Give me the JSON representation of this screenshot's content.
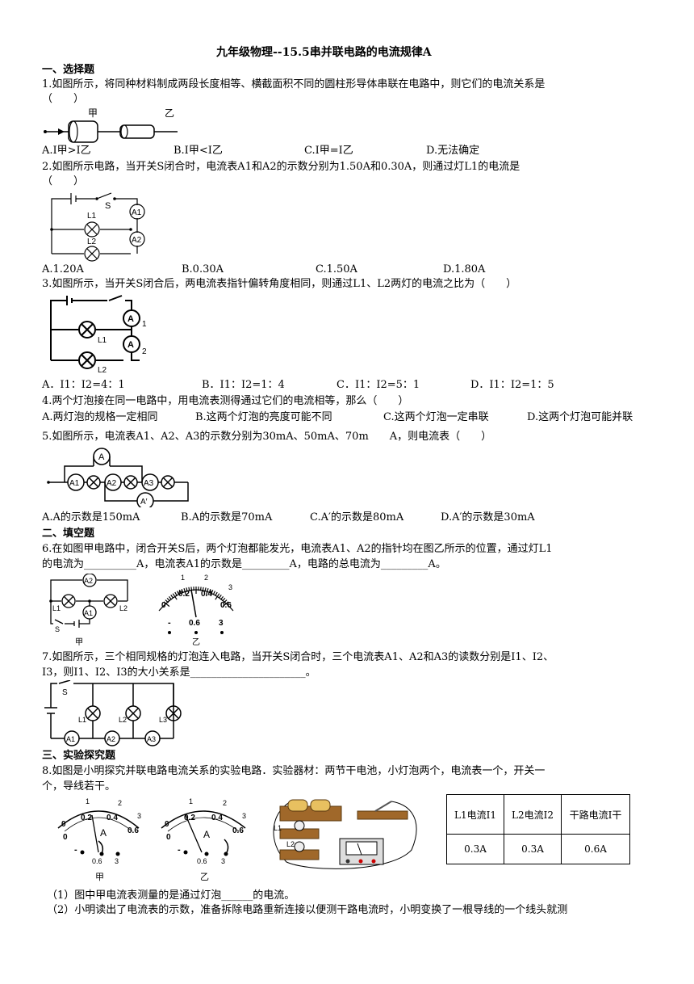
{
  "title": "九年级物理--15.5串并联电路的电流规律A",
  "sections": {
    "s1": "一、选择题",
    "s2": "二、填空题",
    "s3": "三、实验探究题"
  },
  "q1": {
    "stem": "1.如图所示，将同种材料制成两段长度相等、横截面积不同的圆柱形导体串联在电路中，则它们的电流关系是",
    "paren": "（　　）",
    "fig_labels": {
      "a": "甲",
      "b": "乙"
    },
    "options": [
      "A.I甲>I乙",
      "B.I甲<I乙",
      "C.I甲=I乙",
      "D.无法确定"
    ]
  },
  "q2": {
    "stem": "2.如图所示电路，当开关S闭合时，电流表A1和A2的示数分别为1.50A和0.30A，则通过灯L1的电流是",
    "paren": "（　　）",
    "fig_labels": {
      "s": "S",
      "a1": "A1",
      "a2": "A2",
      "l1": "L1",
      "l2": "L2"
    },
    "options": [
      "A.1.20A",
      "B.0.30A",
      "C.1.50A",
      "D.1.80A"
    ]
  },
  "q3": {
    "stem": "3.如图所示，当开关S闭合后，两电流表指针偏转角度相同，则通过L1、L2两灯的电流之比为（　　）",
    "fig_labels": {
      "a": "A",
      "n1": "1",
      "n2": "2",
      "l1": "L1",
      "l2": "L2"
    },
    "options": [
      "A．I1：I2=4：1",
      "B．I1：I2=1：4",
      "C．I1：I2=5：1",
      "D．I1：I2=1：5"
    ]
  },
  "q4": {
    "stem": "4.两个灯泡接在同一电路中，用电流表测得通过它们的电流相等，那么（　　）",
    "options": [
      "A.两灯泡的规格一定相同",
      "B.这两个灯泡的亮度可能不同",
      "C.这两个灯泡一定串联",
      "D.这两个灯泡可能并联"
    ]
  },
  "q5": {
    "stem": "5.如图所示，电流表A1、A2、A3的示数分别为30mA、50mA、70m　　A，则电流表（　　）",
    "fig_labels": {
      "a": "A",
      "a1": "A1",
      "a2": "A2",
      "a3": "A3",
      "ap": "A′"
    },
    "options": [
      "A.A的示数是150mA",
      "B.A的示数是70mA",
      "C.A′的示数是80mA",
      "D.A′的示数是30mA"
    ]
  },
  "q6": {
    "line1": "6.在如图甲电路中，闭合开关S后，两个灯泡都能发光，电流表A1、A2的指针均在图乙所示的位置，通过灯L1",
    "line2": "的电流为__________A，电流表A1的示数是_________A，电路的总电流为_________A。",
    "fig_labels": {
      "a2": "A2",
      "a1": "A1",
      "l1": "L1",
      "l2": "L2",
      "s": "S",
      "jia": "甲",
      "yi": "乙"
    },
    "meter": {
      "ticks": [
        "0",
        "0.2",
        "0.4",
        "0.6",
        "1",
        "2",
        "3"
      ],
      "terminals": [
        "-",
        "0.6",
        "3"
      ]
    }
  },
  "q7": {
    "line1": "7.如图所示，三个相同规格的灯泡连入电路，当开关S闭合时，三个电流表A1、A2和A3的读数分别是I1、I2、",
    "line2": "I3，则I1、I2、I3的大小关系是______________________。",
    "fig_labels": {
      "s": "S",
      "l1": "L1",
      "l2": "L2",
      "l3": "L3",
      "a1": "A1",
      "a2": "A2",
      "a3": "A3"
    }
  },
  "q8": {
    "line1": "8.如图是小明探究并联电路电流关系的实验电路．实验器材：两节干电池，小灯泡两个，电流表一个，开关一",
    "line2": "个，导线若干。",
    "fig_labels": {
      "jia": "甲",
      "yi": "乙",
      "a": "A",
      "l1": "L1",
      "l2": "L2"
    },
    "meter": {
      "ticks": [
        "0",
        "0.2",
        "0.4",
        "0.6",
        "1",
        "2",
        "3"
      ],
      "terminals": [
        "-",
        "0.6",
        "3"
      ]
    },
    "table": {
      "headers": [
        "L1电流I1",
        "L2电流I2",
        "干路电流I干"
      ],
      "values": [
        "0.3A",
        "0.3A",
        "0.6A"
      ]
    },
    "sub1": "（1）图中甲电流表测量的是通过灯泡______的电流。",
    "sub2": "（2）小明读出了电流表的示数，准备拆除电路重新连接以便测干路电流时，小明变换了一根导线的一个线头就测"
  }
}
